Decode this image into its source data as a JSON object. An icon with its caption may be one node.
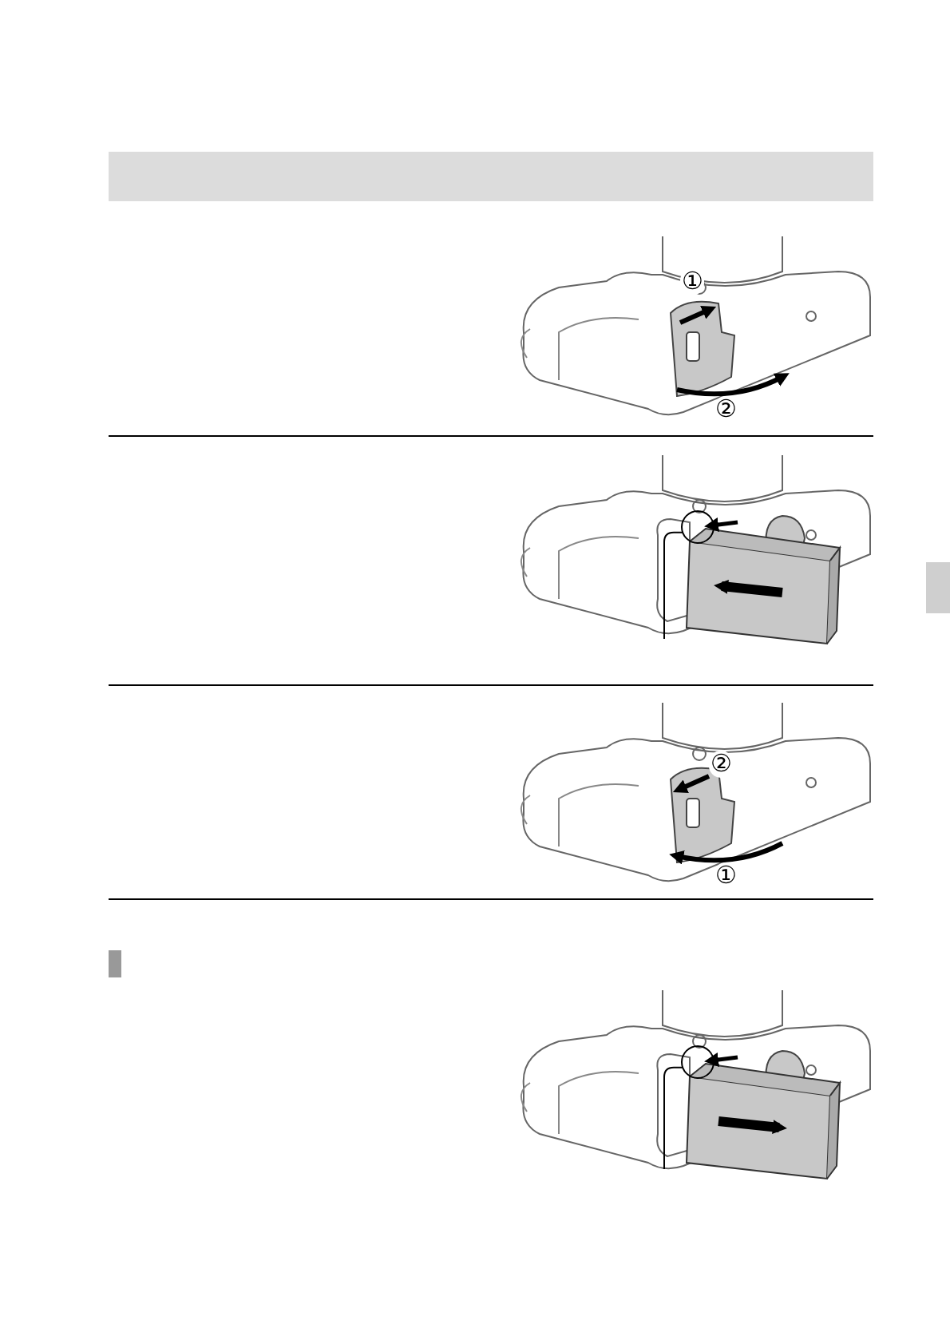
{
  "diagram": {
    "nodes": [
      {
        "text": [],
        "shape": "bar"
      },
      {
        "text": [],
        "shape": "circle"
      },
      {
        "text": [],
        "shape": "circle"
      }
    ],
    "edges": [
      {
        "from": null,
        "to": 1,
        "arrow": "none"
      },
      {
        "from": null,
        "to": 2,
        "arrow": "none"
      }
    ],
    "labels": [
      "①",
      "②",
      "①",
      "②"
    ]
  }
}
